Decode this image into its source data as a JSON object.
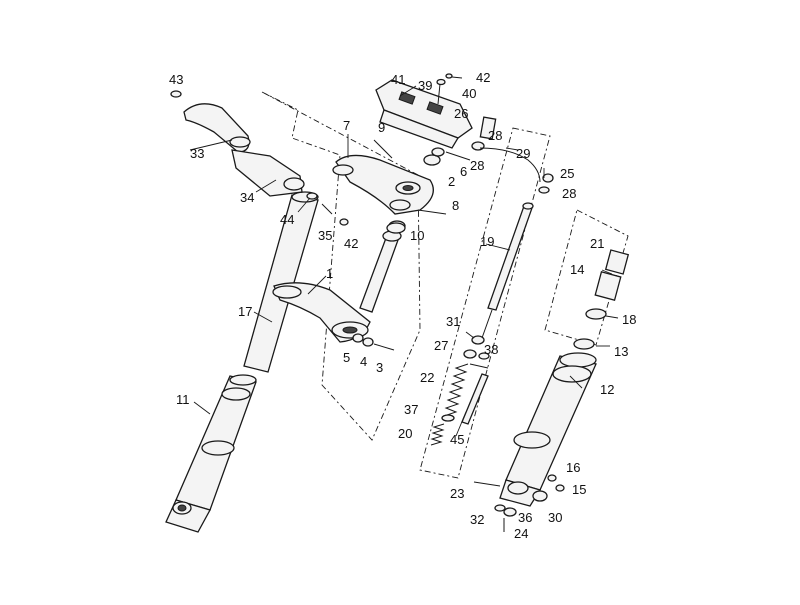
{
  "labels": {
    "p43": "43",
    "p33": "33",
    "p34": "34",
    "p44": "44",
    "p35": "35",
    "p42a": "42",
    "p17": "17",
    "p11": "11",
    "p1": "1",
    "p5": "5",
    "p4": "4",
    "p3": "3",
    "p7": "7",
    "p9": "9",
    "p2": "2",
    "p6": "6",
    "p8": "8",
    "p10": "10",
    "p41": "41",
    "p39": "39",
    "p42b": "42",
    "p40": "40",
    "p26": "26",
    "p28a": "28",
    "p28b": "28",
    "p29": "29",
    "p25": "25",
    "p28c": "28",
    "p19": "19",
    "p31": "31",
    "p27": "27",
    "p38": "38",
    "p22": "22",
    "p37": "37",
    "p20": "20",
    "p45": "45",
    "p21": "21",
    "p14": "14",
    "p18": "18",
    "p13": "13",
    "p12": "12",
    "p16": "16",
    "p15": "15",
    "p23": "23",
    "p30": "30",
    "p32": "32",
    "p36": "36",
    "p24": "24"
  }
}
